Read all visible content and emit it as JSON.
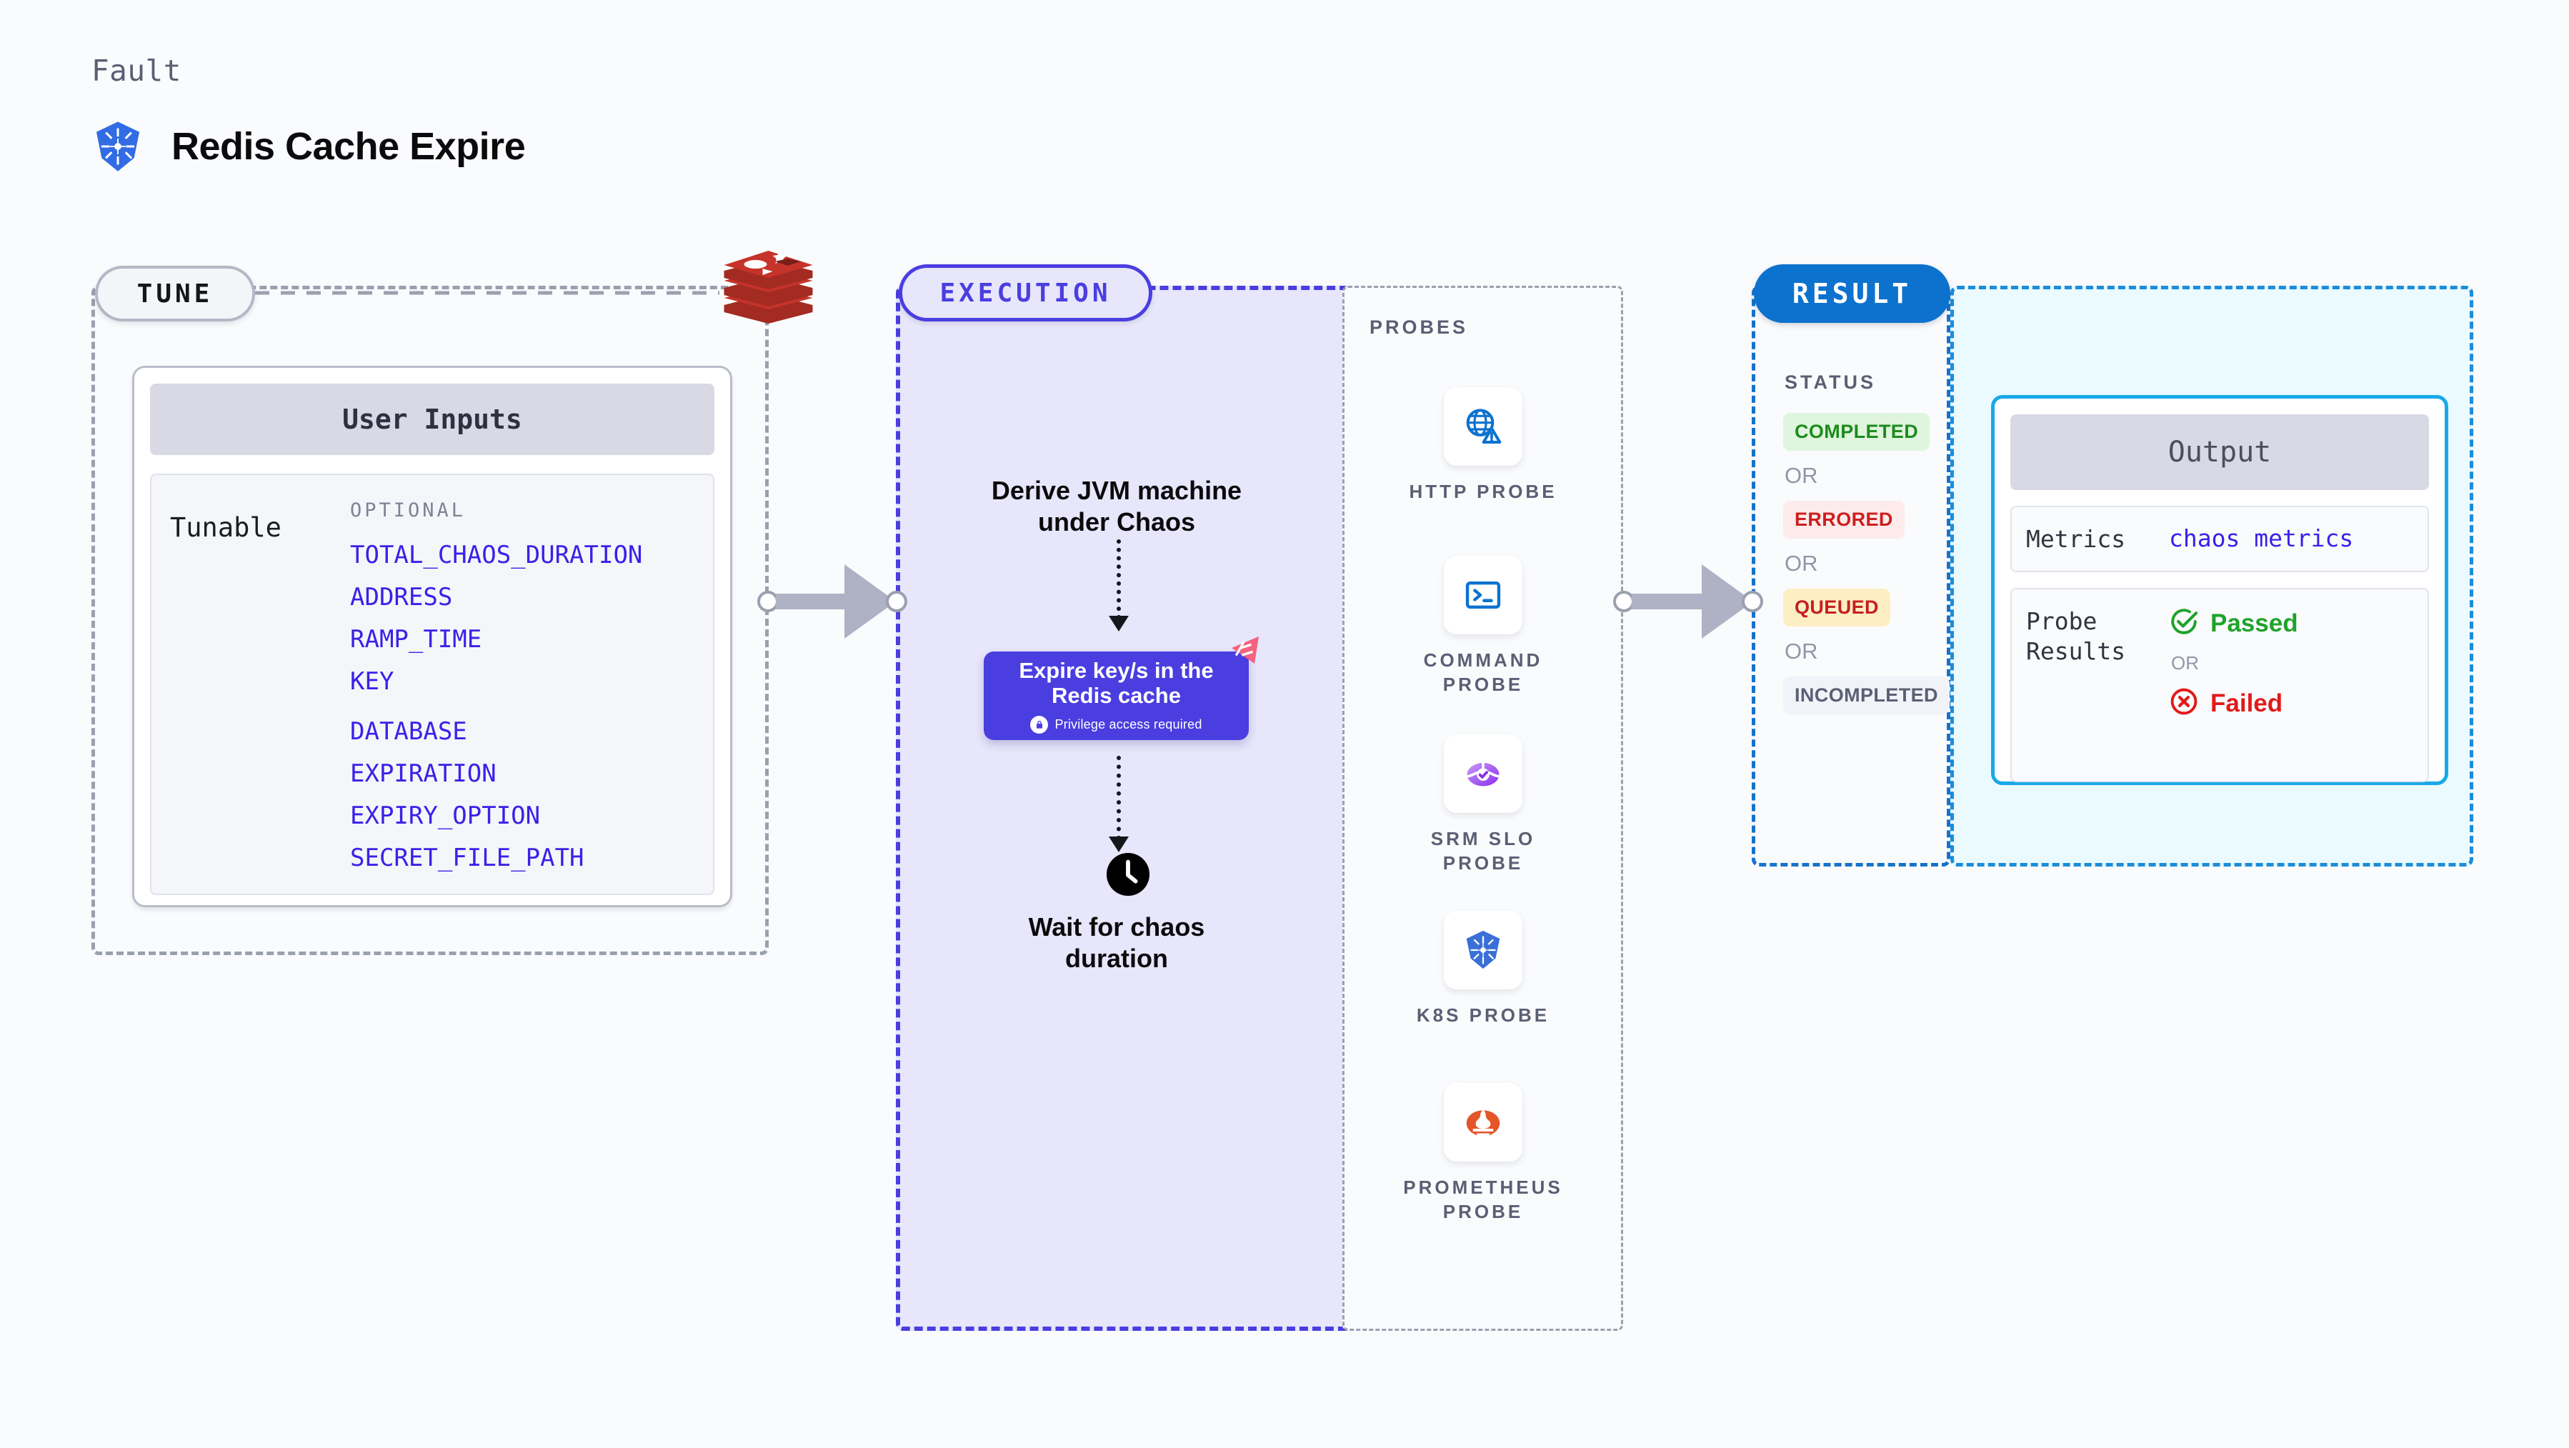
{
  "header": {
    "kicker": "Fault",
    "title": "Redis Cache Expire",
    "logo_icon": "kubernetes-icon"
  },
  "colors": {
    "execution_accent": "#4a3ee0",
    "result_accent": "#0d72ce",
    "output_accent": "#17a9e8",
    "tune_accent": "#9aa0ae",
    "tunable_value": "#3a21e8",
    "redis_red": "#a32b22"
  },
  "tune": {
    "pill_label": "TUNE",
    "side_icon": "redis-icon",
    "card_title": "User Inputs",
    "row_label": "Tunable",
    "optional_label": "OPTIONAL",
    "optional_items": [
      "TOTAL_CHAOS_DURATION",
      "ADDRESS",
      "RAMP_TIME",
      "KEY",
      "DATABASE",
      "EXPIRATION",
      "EXPIRY_OPTION",
      "SECRET_FILE_PATH"
    ]
  },
  "execution": {
    "pill_label": "EXECUTION",
    "step_1": "Derive JVM machine\nunder Chaos",
    "action": {
      "title": "Expire key/s in the\nRedis cache",
      "privilege_note": "Privilege access required",
      "lock_icon": "lock-icon",
      "corner_icon": "harness-icon"
    },
    "step_2": "Wait for chaos\nduration",
    "step_2_icon": "clock-icon"
  },
  "probes": {
    "title": "PROBES",
    "items": [
      {
        "label": "HTTP PROBE",
        "icon": "globe-warning-icon"
      },
      {
        "label": "COMMAND\nPROBE",
        "icon": "terminal-icon"
      },
      {
        "label": "SRM SLO\nPROBE",
        "icon": "srm-slo-icon"
      },
      {
        "label": "K8S PROBE",
        "icon": "kubernetes-icon"
      },
      {
        "label": "PROMETHEUS\nPROBE",
        "icon": "prometheus-icon"
      }
    ]
  },
  "result": {
    "pill_label": "RESULT",
    "status_title": "STATUS",
    "or_label": "OR",
    "statuses": [
      {
        "label": "COMPLETED",
        "bg": "#dff5de",
        "fg": "#1d8c1d"
      },
      {
        "label": "ERRORED",
        "bg": "#fdebeb",
        "fg": "#cc1f1f"
      },
      {
        "label": "QUEUED",
        "bg": "#fdeec4",
        "fg": "#c42020"
      },
      {
        "label": "INCOMPLETED",
        "bg": "#f1f3f8",
        "fg": "#5a5f73"
      }
    ]
  },
  "output": {
    "card_title": "Output",
    "metrics_label": "Metrics",
    "metrics_value": "chaos metrics",
    "probe_results_label": "Probe\nResults",
    "passed_label": "Passed",
    "failed_label": "Failed",
    "or_label": "OR",
    "passed_icon": "check-circle-icon",
    "failed_icon": "x-circle-icon"
  }
}
